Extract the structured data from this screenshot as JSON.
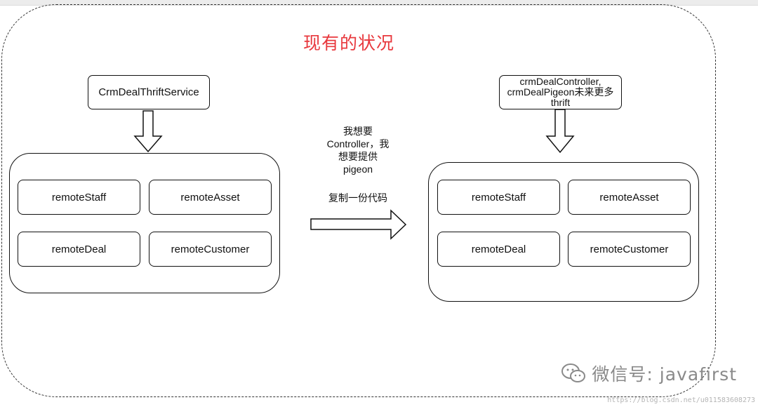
{
  "title": "现有的状况",
  "left": {
    "service": "CrmDealThriftService",
    "modules": [
      "remoteStaff",
      "remoteAsset",
      "remoteDeal",
      "remoteCustomer"
    ]
  },
  "middle": {
    "note_lines": [
      "我想要",
      "Controller，我",
      "想要提供",
      "pigeon"
    ],
    "copy_label": "复制一份代码"
  },
  "right": {
    "service_lines": [
      "crmDealController,",
      "crmDealPigeon未来更多",
      "thrift"
    ],
    "modules": [
      "remoteStaff",
      "remoteAsset",
      "remoteDeal",
      "remoteCustomer"
    ]
  },
  "watermark": {
    "label": "微信号: javafirst",
    "url": "https://blog.csdn.net/u011583608273"
  }
}
